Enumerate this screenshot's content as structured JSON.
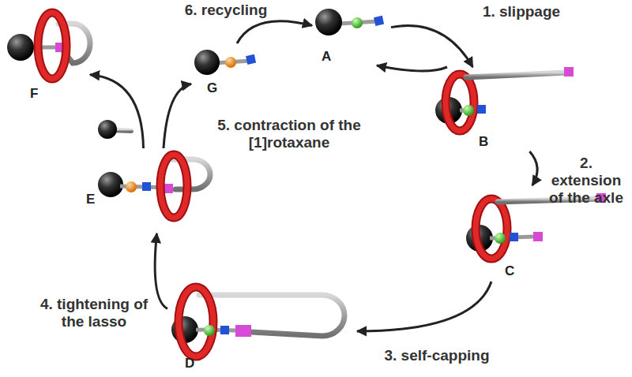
{
  "diagram": {
    "nodes": [
      {
        "text": [
          "A"
        ]
      },
      {
        "text": [
          "B"
        ]
      },
      {
        "text": [
          "C"
        ]
      },
      {
        "text": [
          "D"
        ]
      },
      {
        "text": [
          "E"
        ]
      },
      {
        "text": [
          "F"
        ]
      },
      {
        "text": [
          "G"
        ]
      }
    ],
    "edges": [
      {
        "from": 0,
        "to": 1,
        "arrow": "to",
        "label": "1. slippage"
      },
      {
        "from": 1,
        "to": 0,
        "arrow": "to"
      },
      {
        "from": 1,
        "to": 2,
        "arrow": "to",
        "label": "2. extension of the axle"
      },
      {
        "from": 2,
        "to": 3,
        "arrow": "to",
        "label": "3. self-capping"
      },
      {
        "from": 3,
        "to": 4,
        "arrow": "to",
        "label": "4. tightening of the lasso"
      },
      {
        "from": 4,
        "to": 5,
        "arrow": "to"
      },
      {
        "from": 4,
        "to": 6,
        "arrow": "to"
      },
      {
        "from": 6,
        "to": 0,
        "arrow": "to",
        "label": "6. recycling"
      }
    ],
    "labels": [
      "5. contraction of the [1]rotaxane"
    ]
  }
}
